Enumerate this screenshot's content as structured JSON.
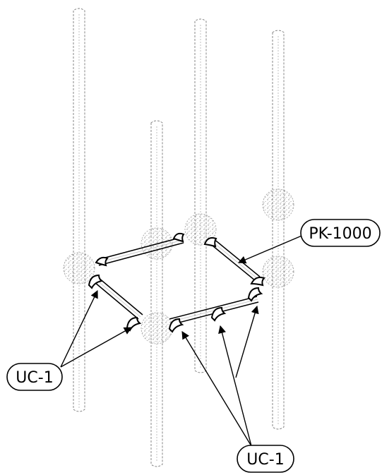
{
  "labels": {
    "rail": "PK-1000",
    "connector_left": "UC-1",
    "connector_bottom": "UC-1"
  }
}
